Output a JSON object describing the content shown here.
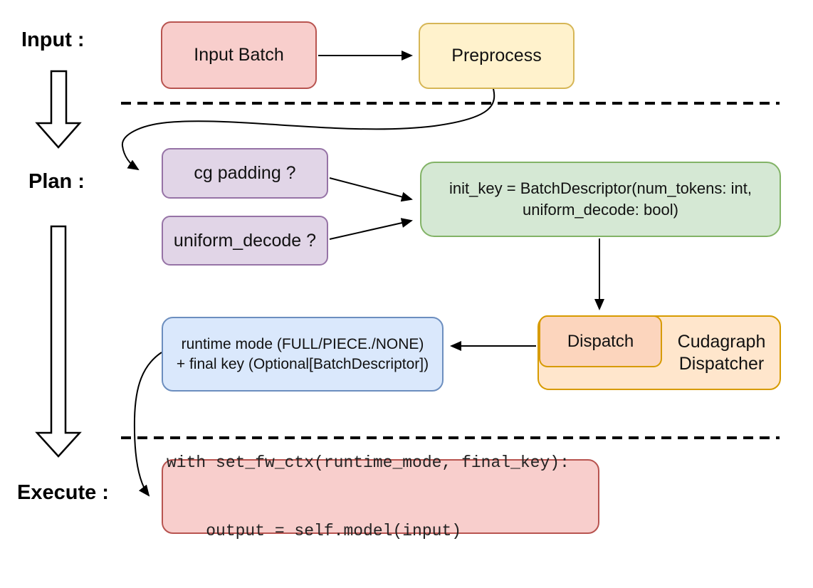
{
  "sections": {
    "input_label": "Input :",
    "plan_label": "Plan :",
    "execute_label": "Execute :"
  },
  "nodes": {
    "input_batch": {
      "label": "Input Batch"
    },
    "preprocess": {
      "label": "Preprocess"
    },
    "cg_padding": {
      "label": "cg padding ?"
    },
    "uniform_decode": {
      "label": "uniform_decode ?"
    },
    "init_key": {
      "line1": "init_key = BatchDescriptor(num_tokens: int,",
      "line2": "uniform_decode: bool)"
    },
    "runtime_mode": {
      "line1": "runtime mode (FULL/PIECE./NONE)",
      "line2": "+ final key (Optional[BatchDescriptor])"
    },
    "dispatch": {
      "label": "Dispatch"
    },
    "cudagraph_dispatcher": {
      "line1": "Cudagraph",
      "line2": "Dispatcher"
    },
    "execute_code": {
      "line1": "with set_fw_ctx(runtime_mode, final_key):",
      "line2": "    output = self.model(input)"
    }
  },
  "colors": {
    "red_fill": "#f8cecc",
    "red_border": "#b85450",
    "yellow_fill": "#fff2cc",
    "yellow_border": "#d6b656",
    "purple_fill": "#e1d5e7",
    "purple_border": "#9673a6",
    "green_fill": "#d5e8d4",
    "green_border": "#82b366",
    "blue_fill": "#dae8fc",
    "blue_border": "#6c8ebf",
    "orange_fill": "#ffe6cc",
    "orange_inner_fill": "#fcd5bd",
    "orange_border": "#d79b00",
    "line": "#000000"
  }
}
